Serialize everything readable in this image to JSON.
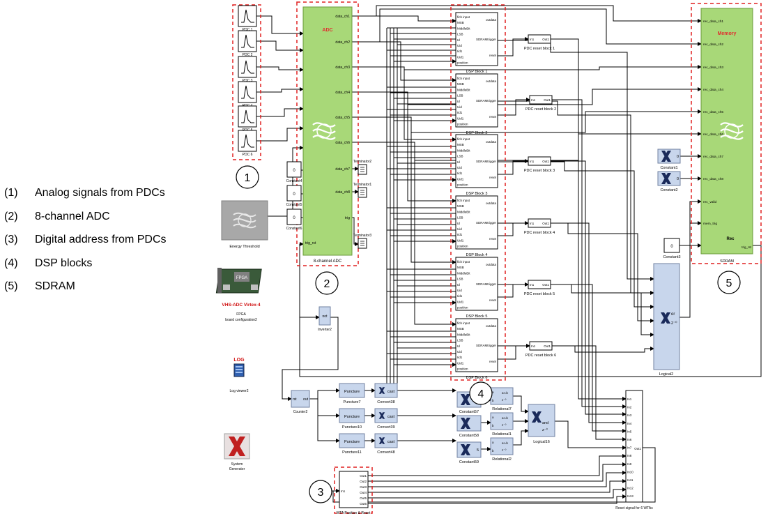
{
  "legend": [
    {
      "num": "(1)",
      "text": "Analog signals from PDCs"
    },
    {
      "num": "(2)",
      "text": "8-channel ADC"
    },
    {
      "num": "(3)",
      "text": "Digital address from PDCs"
    },
    {
      "num": "(4)",
      "text": "DSP blocks"
    },
    {
      "num": "(5)",
      "text": "SDRAM"
    }
  ],
  "callouts": [
    "1",
    "2",
    "3",
    "4",
    "5"
  ],
  "pdc_sources": [
    "PDC 1",
    "PDC 2",
    "PDC 3",
    "PDC 4",
    "PDC 5",
    "PDC 6"
  ],
  "adc": {
    "title": "ADC",
    "caption": "8-channel ADC",
    "outputs": [
      "data_ch1",
      "data_ch2",
      "data_ch3",
      "data_ch4",
      "data_ch5",
      "data_ch6",
      "data_ch7",
      "data_ch8",
      "trig"
    ],
    "input": "trig_rst"
  },
  "energy_threshold": "Energy Threshold",
  "constants_left": [
    {
      "value": "0",
      "label": "Constant4"
    },
    {
      "value": "0",
      "label": "Constant5"
    },
    {
      "value": "0",
      "label": "Constant6"
    }
  ],
  "terminators": [
    "Terminator2",
    "Terminator1",
    "Terminator3"
  ],
  "dsp": {
    "inputs": [
      "fich input",
      "MSB",
      "MiddleBit",
      "LSB",
      "Id",
      "Uid",
      "Iid1",
      "Uid1",
      "position"
    ],
    "outputs": [
      "outdata",
      "SDRAMtrigger",
      "reset"
    ],
    "names": [
      "DSP Block 1",
      "DSP Block 2",
      "DSP Block 3",
      "DSP Block 4",
      "DSP Block 5",
      "DSP Block 6"
    ]
  },
  "reset_block": {
    "port_in": "In1",
    "port_out": "Out1",
    "names": [
      "PDC reset block 1",
      "PDC reset block 2",
      "PDC reset block 3",
      "PDC reset block 4",
      "PDC reset block 5",
      "PDC reset block 6"
    ]
  },
  "memory": {
    "title": "Memory",
    "inputs": [
      "rec_data_ch1",
      "rec_data_ch2",
      "rec_data_ch3",
      "rec_data_ch4",
      "rec_data_ch5",
      "rec_data_ch6",
      "rec_data_ch7",
      "rec_data_ch8",
      "rec_valid",
      "mem_trig"
    ],
    "rec": "Rec",
    "output": "trig_rst",
    "caption": "SDRAM"
  },
  "constants_right": [
    {
      "value": "0",
      "label": "Constant1"
    },
    {
      "value": "0",
      "label": "Constant2"
    },
    {
      "value": "0",
      "label": "Constant3"
    }
  ],
  "logical_or": {
    "op": "or",
    "delay": "z⁻⁰",
    "label": "Logical2"
  },
  "fpga": {
    "name": "VHS-ADC Virtex-4",
    "sub1": "FPGA",
    "sub2": "board configuration2",
    "chip": "FPGA"
  },
  "log_viewer": {
    "icon": "LOG",
    "label": "Log viewer2"
  },
  "system_generator": {
    "label1": "System",
    "label2": "Generator"
  },
  "inverter": {
    "text": "not",
    "label": "Inverter2"
  },
  "counter": {
    "in": "rst",
    "out": "out",
    "label": "Counter2"
  },
  "punctures": [
    {
      "text": "Puncture",
      "label": "Puncture7"
    },
    {
      "text": "Puncture",
      "label": "Puncture10"
    },
    {
      "text": "Puncture",
      "label": "Puncture11"
    }
  ],
  "converts": [
    {
      "text": "cast",
      "label": "Convert38"
    },
    {
      "text": "cast",
      "label": "Convert39"
    },
    {
      "text": "cast",
      "label": "Convert48"
    }
  ],
  "constants_bottom": [
    {
      "value": "",
      "label": "Constant57"
    },
    {
      "value": "",
      "label": "Constant58"
    },
    {
      "value": "5",
      "label": "Constant59"
    }
  ],
  "relationals": [
    {
      "a": "a",
      "b": "b",
      "op": "a!=b",
      "z": "z⁻⁰",
      "label": "Relational7"
    },
    {
      "a": "a",
      "b": "b",
      "op": "a!=b",
      "z": "z⁻⁰",
      "label": "Relational1"
    },
    {
      "a": "a",
      "b": "b",
      "op": "a!=b",
      "z": "z⁻⁰",
      "label": "Relational2"
    }
  ],
  "logical_and": {
    "op": "and",
    "delay": "z⁻⁰",
    "label": "Logical16"
  },
  "wta": {
    "in": "In1",
    "outs": [
      "Out1",
      "Out2",
      "Out3",
      "Out4",
      "Out5",
      "Out6"
    ],
    "label": "WTA Position & Reset"
  },
  "reset_signal": {
    "inputs": [
      "In1",
      "In2",
      "In3",
      "In4",
      "In5",
      "In6",
      "In7",
      "In8",
      "In9",
      "In10",
      "In11",
      "In12",
      "In13"
    ],
    "output": "Out1",
    "label": "Reset signal for 6 WTAs"
  },
  "colors": {
    "green": "#a8d878",
    "green_border": "#6a9a3a",
    "red_dash": "#e02020",
    "blue_block": "#c8d6ec",
    "memory_title": "#e03030",
    "fpga_text": "#d01010"
  }
}
